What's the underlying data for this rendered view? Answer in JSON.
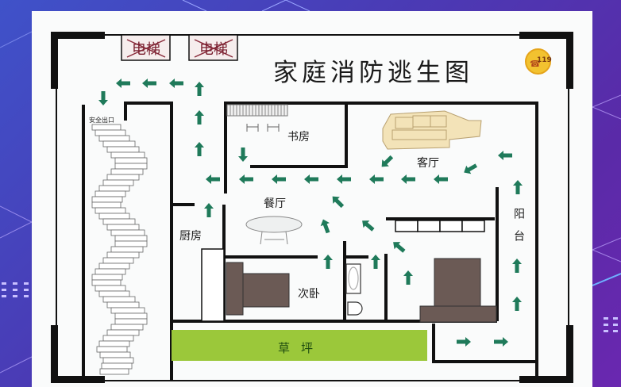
{
  "poster": {
    "title": "家庭消防逃生图",
    "emergency_badge": {
      "icon": "phone-icon",
      "number": "119"
    }
  },
  "elevators": [
    {
      "label": "电梯",
      "status": "crossed-out"
    },
    {
      "label": "电梯",
      "status": "crossed-out"
    }
  ],
  "safety_exit": {
    "label": "安全出口"
  },
  "rooms": {
    "study": "书房",
    "living_room": "客厅",
    "dining_room": "餐厅",
    "kitchen": "厨房",
    "second_bedroom": "次卧",
    "balcony": "阳台",
    "lawn": "草坪"
  },
  "colors": {
    "arrow": "#1f7a5a",
    "lawn": "#9bc83a",
    "bed": "#6b5a55",
    "sofa": "#f3e3b8",
    "wall": "#111111",
    "background": "#4a3bb5"
  }
}
